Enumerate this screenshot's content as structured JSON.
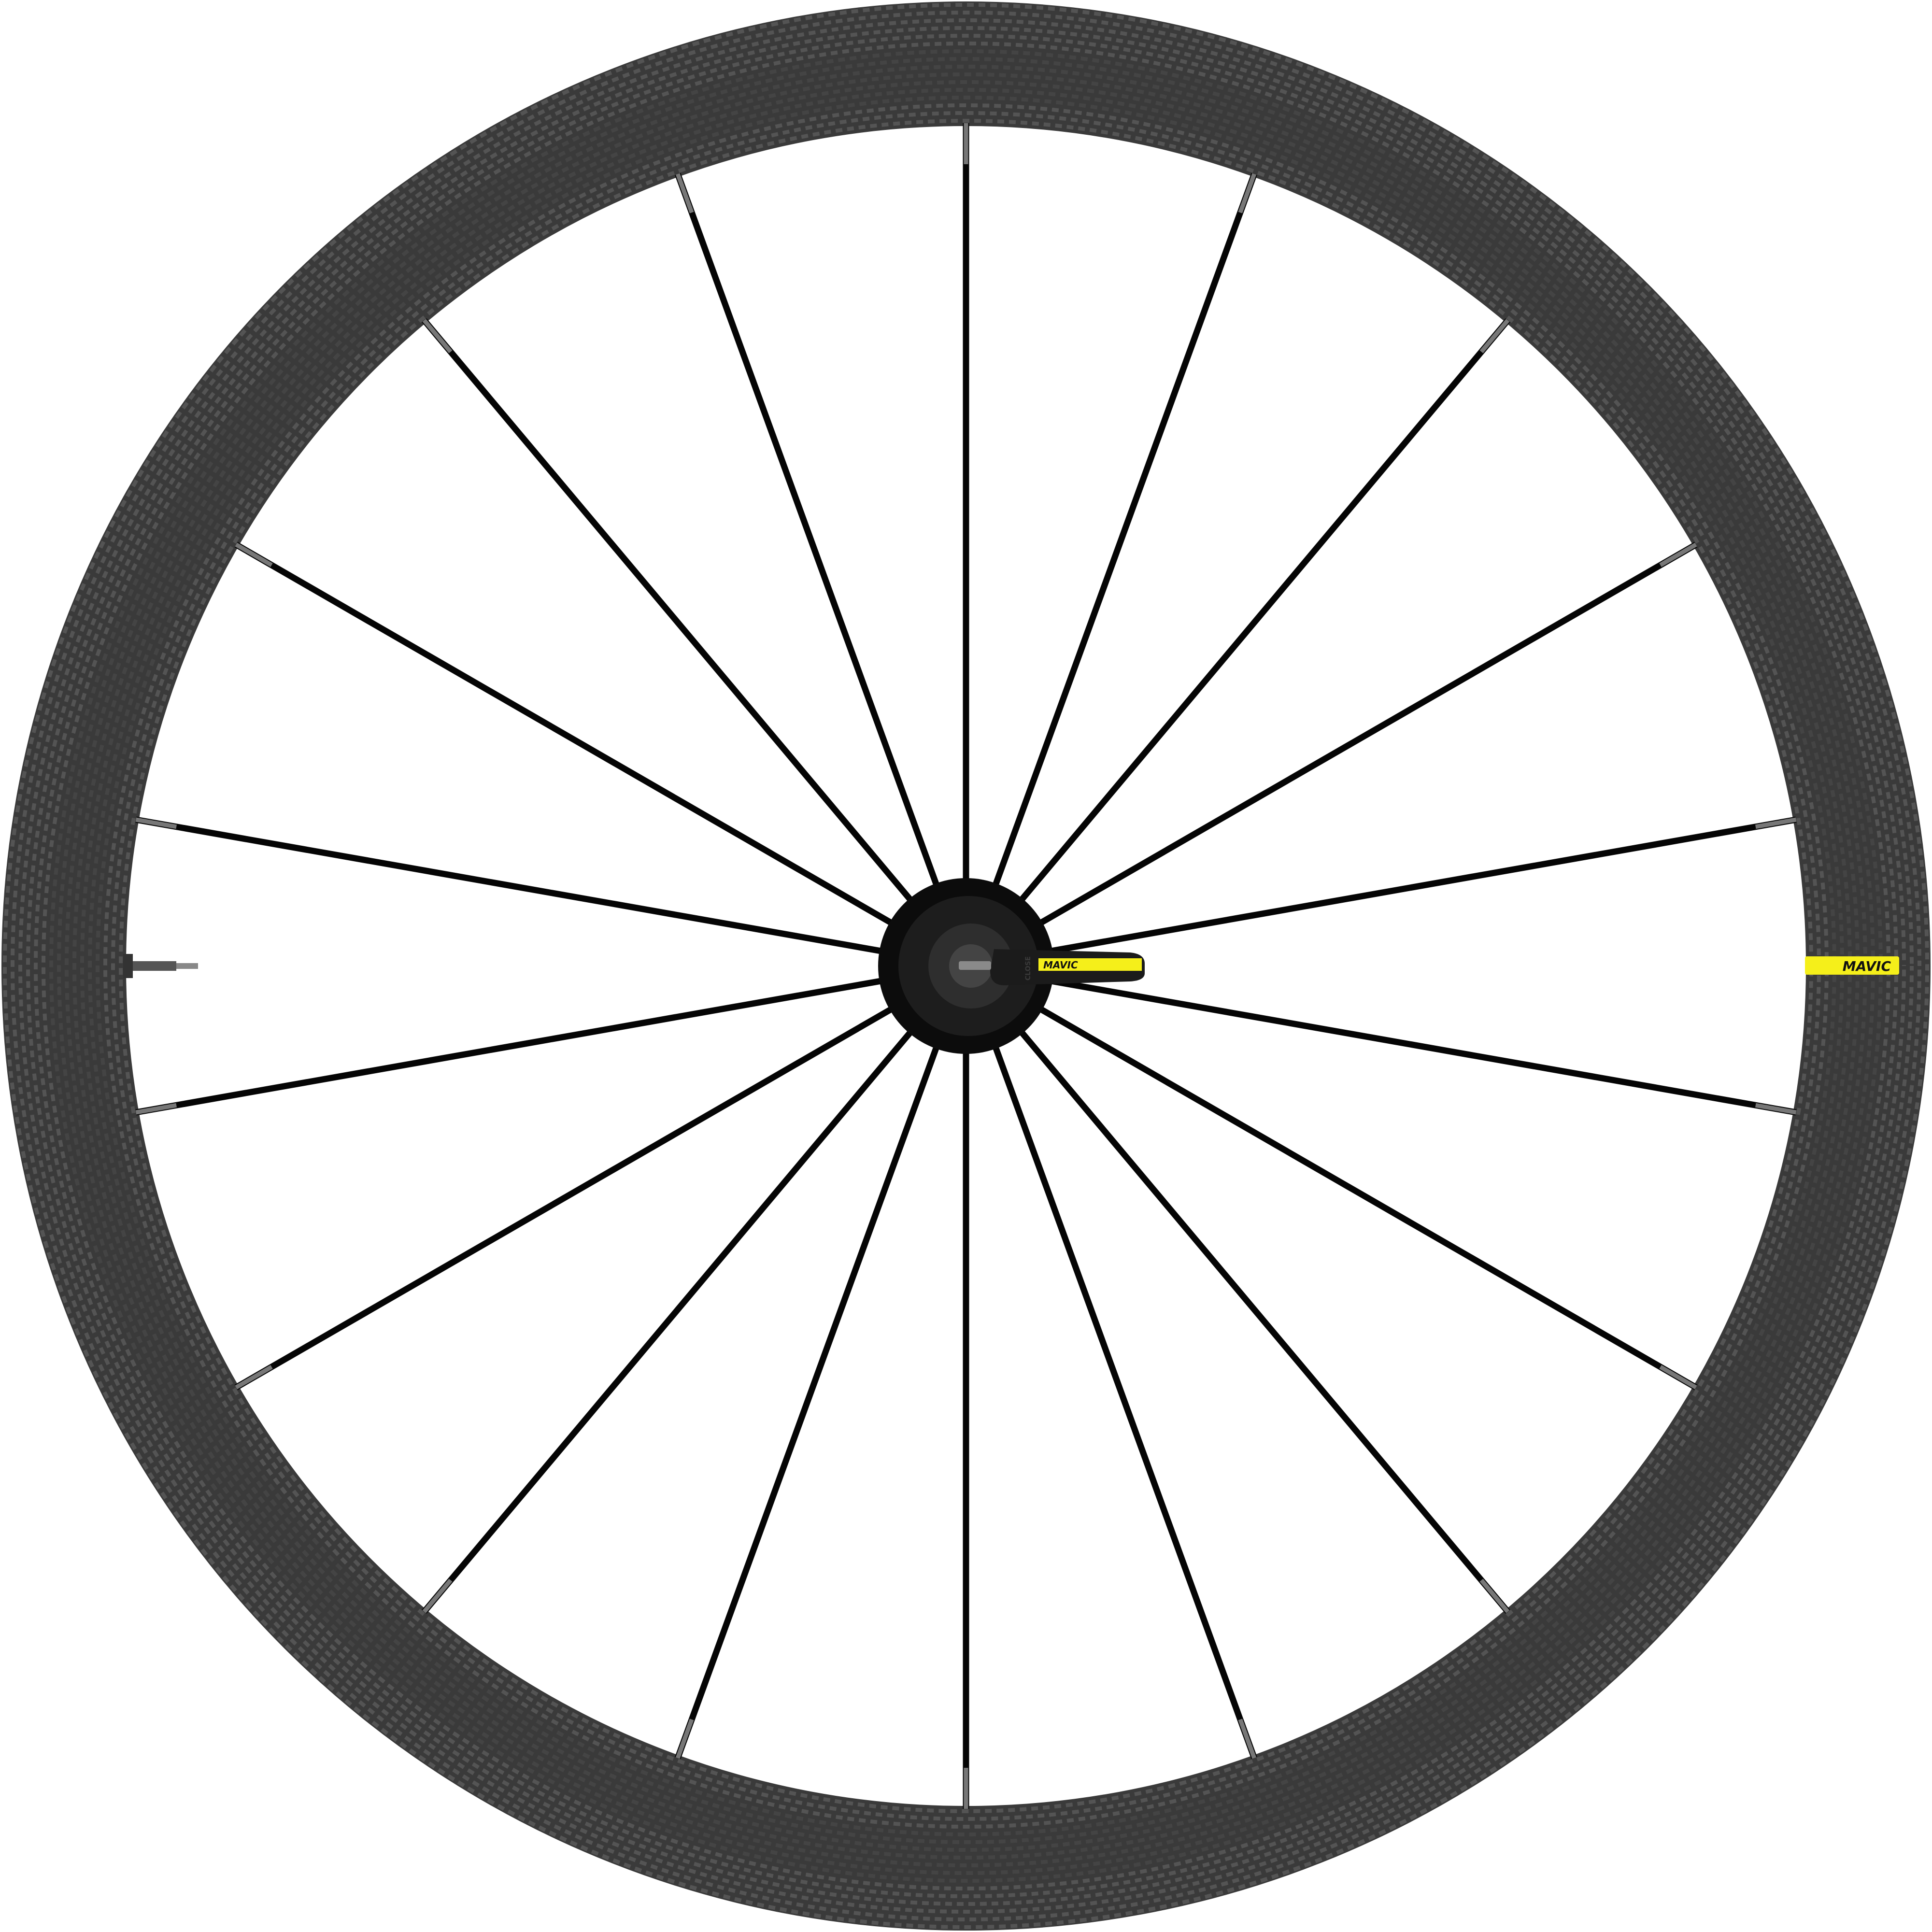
{
  "product": {
    "rim_label": "MAVIC",
    "lever_label": "MAVIC",
    "lever_action_text": "CLOSE",
    "spoke_count": 18
  },
  "colors": {
    "rim": "#3a3a3a",
    "rim_weave": "#5a5a5a",
    "spoke": "#050505",
    "hub": "#111111",
    "brand_yellow": "#f5ef1a"
  }
}
